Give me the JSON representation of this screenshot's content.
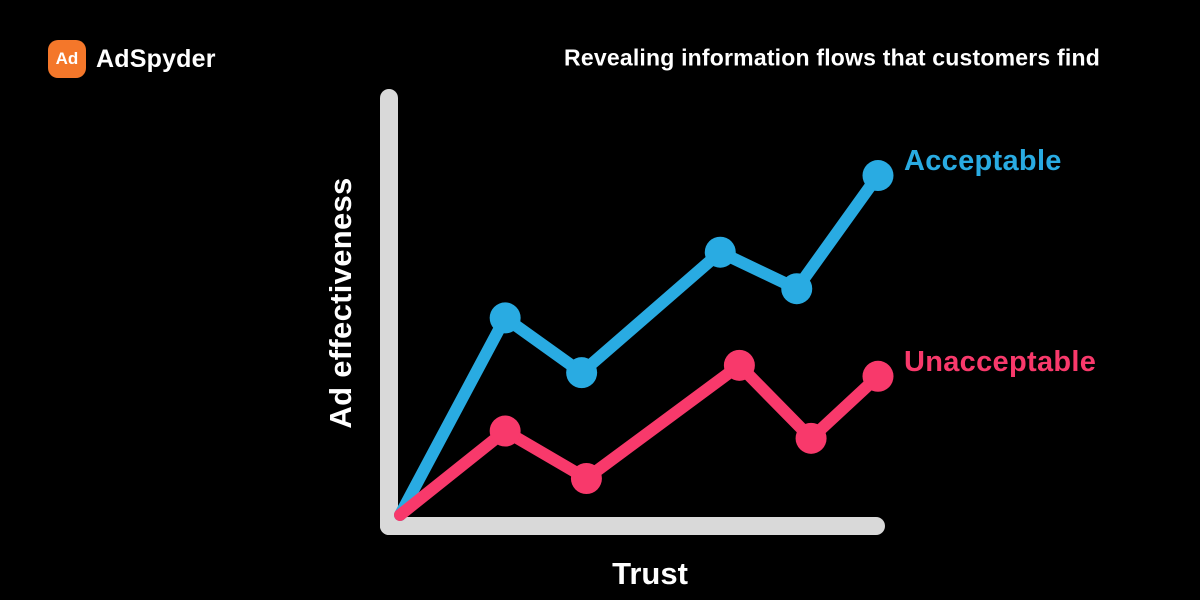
{
  "header": {
    "brand": {
      "logo_text": "Ad",
      "name": "AdSpyder"
    },
    "title": "Revealing information flows that customers find"
  },
  "colors": {
    "background": "#000000",
    "text": "#ffffff",
    "brand_orange": "#F4772A",
    "axis_gray": "#D9D9D9",
    "acceptable_blue": "#29ABE2",
    "unacceptable_pink": "#F8396B"
  },
  "chart_data": {
    "type": "line",
    "title": "Revealing information flows that customers find",
    "xlabel": "Trust",
    "ylabel": "Ad effectiveness",
    "xlim": [
      0,
      100
    ],
    "ylim": [
      0,
      100
    ],
    "grid": false,
    "axes_color": "#D9D9D9",
    "legend_position": "end-of-line labels",
    "series": [
      {
        "name": "Acceptable",
        "color": "#29ABE2",
        "points": [
          [
            0,
            0
          ],
          [
            22,
            54
          ],
          [
            38,
            39
          ],
          [
            67,
            72
          ],
          [
            83,
            62
          ],
          [
            100,
            93
          ]
        ]
      },
      {
        "name": "Unacceptable",
        "color": "#F8396B",
        "points": [
          [
            0,
            0
          ],
          [
            22,
            23
          ],
          [
            39,
            10
          ],
          [
            71,
            41
          ],
          [
            86,
            21
          ],
          [
            100,
            38
          ]
        ]
      }
    ]
  }
}
